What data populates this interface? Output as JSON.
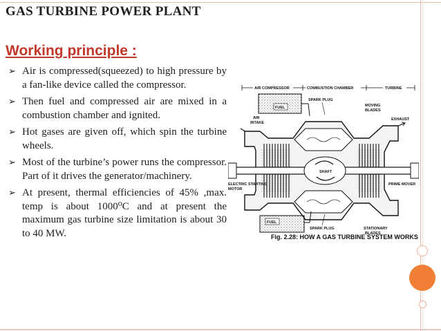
{
  "slide": {
    "title": "GAS TURBINE POWER PLANT",
    "subtitle": "Working principle :",
    "bullets": [
      "Air is compressed(squeezed) to high pressure by a fan-like device called the compressor.",
      "Then fuel and compressed air are mixed in a combustion chamber and ignited.",
      "Hot gases are given off, which spin the turbine wheels.",
      "Most of the turbine’s power runs the compressor. Part of it drives the generator/machinery.",
      "At present, thermal efficiencies of 45% ,max. temp is about 1000⁰C and at present the maximum gas turbine size limitation is about 30 to 40 MW."
    ]
  },
  "diagram": {
    "labels": {
      "air_compressor": "AIR COMPRESSOR",
      "combustion_chamber": "COMBUSTION CHAMBER",
      "turbine": "TURBINE",
      "air_intake_1": "AIR",
      "air_intake_2": "INTAKE",
      "fuel_top": "FUEL",
      "spark_plug_top": "SPARK PLUG",
      "moving_blades_1": "MOVING",
      "moving_blades_2": "BLADES",
      "exhaust": "EXHAUST",
      "shaft": "SHAFT",
      "electric_motor_1": "ELECTRIC STARTING",
      "electric_motor_2": "MOTOR",
      "prime_mover": "PRIME MOVER",
      "fuel_bottom": "FUEL",
      "spark_plug_bottom": "SPARK PLUG",
      "stationary_blades_1": "STATIONARY",
      "stationary_blades_2": "BLADES"
    },
    "caption": "Fig. 2.28: HOW A GAS TURBINE SYSTEM WORKS"
  },
  "colors": {
    "title": "#1f1f1f",
    "subtitle": "#c0392b",
    "accent": "#f07f35"
  }
}
